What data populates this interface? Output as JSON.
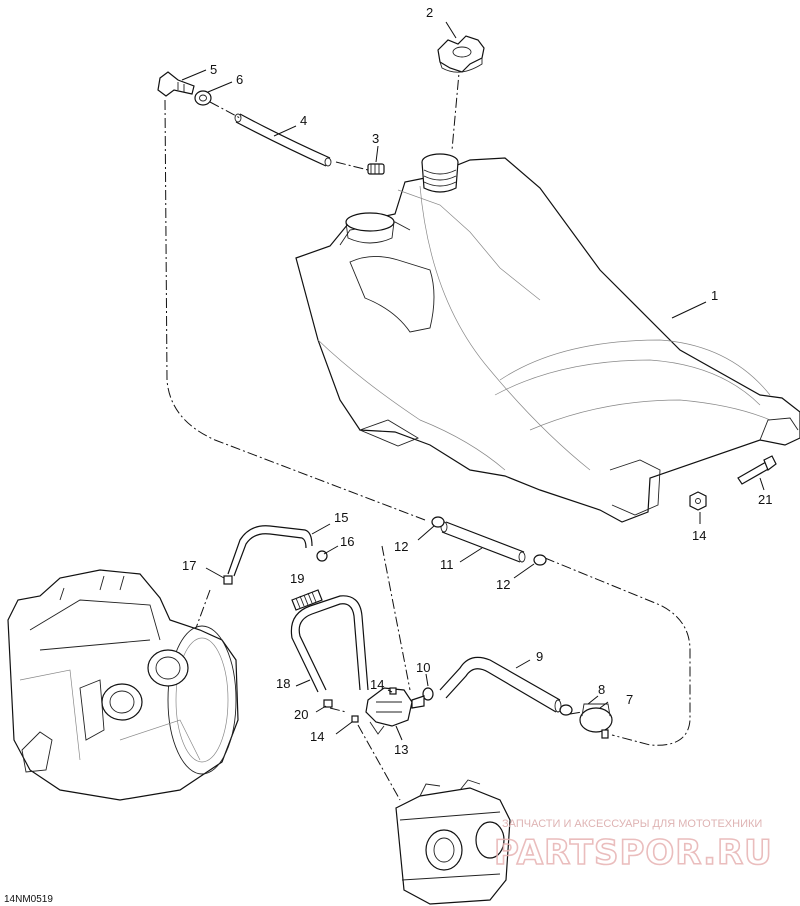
{
  "figure_id": "14NM0519",
  "watermark": {
    "tagline": "ЗАПЧАСТИ И АКСЕССУАРЫ ДЛЯ МОТОТЕХНИКИ",
    "logo": "PARTSPOR.RU"
  },
  "callouts": {
    "c1": "1",
    "c2": "2",
    "c3": "3",
    "c4": "4",
    "c5": "5",
    "c6": "6",
    "c7": "7",
    "c8": "8",
    "c9": "9",
    "c10": "10",
    "c11": "11",
    "c12a": "12",
    "c12b": "12",
    "c13": "13",
    "c14a": "14",
    "c14b": "14",
    "c14c": "14",
    "c15": "15",
    "c16": "16",
    "c17": "17",
    "c18": "18",
    "c19": "19",
    "c20": "20",
    "c21": "21"
  }
}
